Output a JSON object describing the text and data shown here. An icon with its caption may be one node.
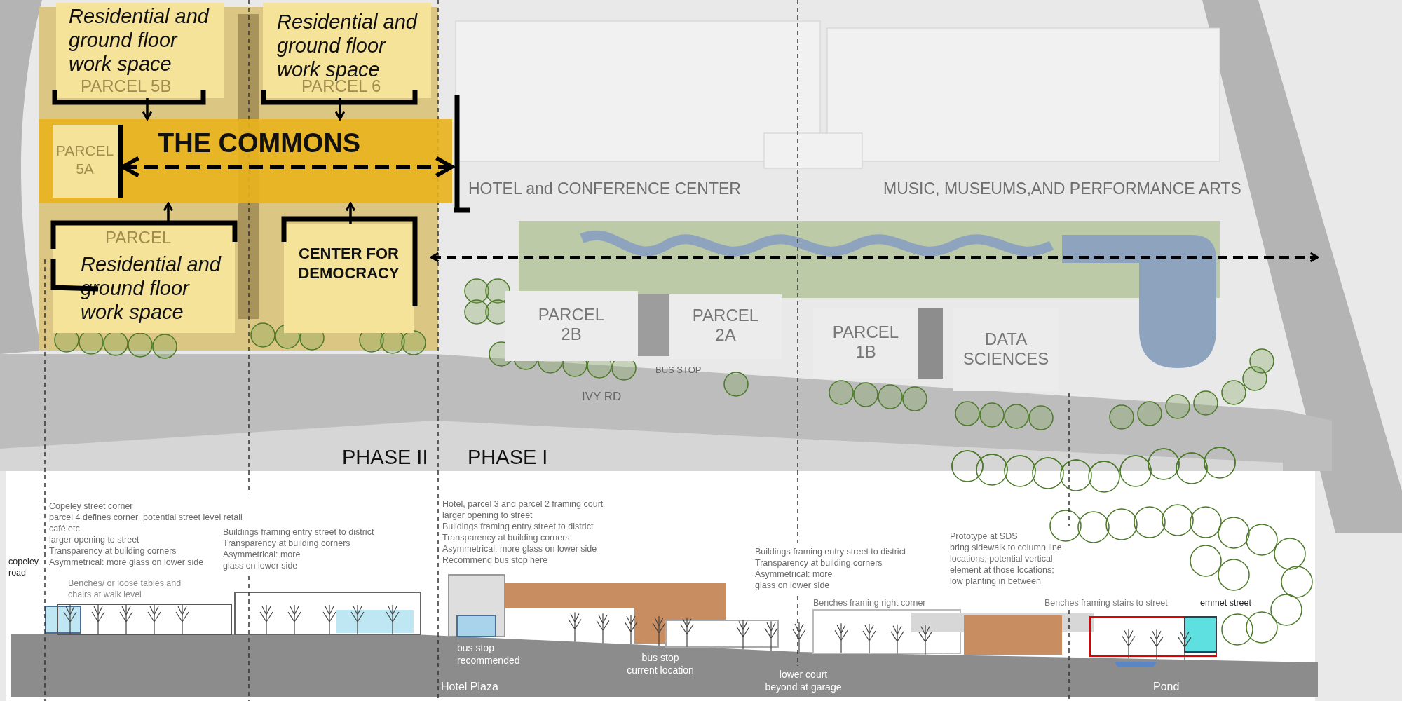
{
  "diagram": {
    "nodes": [
      {
        "text": [
          "THE COMMONS"
        ]
      },
      {
        "text": [
          "Residential and ground floor work space",
          "PARCEL 5B"
        ]
      },
      {
        "text": [
          "Residential and ground floor work space",
          "PARCEL 6"
        ]
      },
      {
        "text": [
          "PARCEL 5A"
        ],
        "in": 0
      },
      {
        "text": [
          "PARCEL",
          "Residential and ground floor work space"
        ]
      },
      {
        "text": [
          "CENTER FOR DEMOCRACY"
        ]
      },
      {
        "text": [
          "PARCEL 2B"
        ]
      },
      {
        "text": [
          "PARCEL 2A"
        ]
      },
      {
        "text": [
          "PARCEL 1B"
        ]
      },
      {
        "text": [
          "DATA SCIENCES"
        ]
      }
    ],
    "edges": [
      {
        "from": 1,
        "to": 0,
        "arrow": "to"
      },
      {
        "from": 2,
        "to": 0,
        "arrow": "to"
      },
      {
        "from": 4,
        "to": 0,
        "arrow": "to"
      },
      {
        "from": 5,
        "to": 0,
        "arrow": "to"
      },
      {
        "from": 3,
        "to": 0,
        "arrow": "both",
        "style": "dashed"
      }
    ],
    "labels": [
      "HOTEL and CONFERENCE CENTER",
      "MUSIC, MUSEUMS,AND PERFORMANCE ARTS",
      "BUS STOP",
      "IVY RD",
      "PHASE II",
      "PHASE I",
      "Copeley street corner",
      "parcel 4 defines corner  potential street level retail",
      "café etc",
      "larger opening to street",
      "Transparency at building corners",
      "Asymmetrical: more glass on lower side",
      "copeley road",
      "Buildings framing entry street to district",
      "Transparency at building corners",
      "Asymmetrical: more glass on lower side",
      "Hotel, parcel 3 and parcel 2 framing court",
      "larger opening to street",
      "Buildings framing entry street to district",
      "Transparency at building corners",
      "Asymmetrical: more glass on lower side",
      "Recommend bus stop here",
      "Buildings framing entry street to district",
      "Transparency at building corners",
      "Asymmetrical: more glass on lower side",
      "Prototype at SDS",
      "bring sidewalk to column line locations; potential vertical element at those locations; low planting in between",
      "Benches/ or loose tables and chairs at walk level",
      "Benches framing right corner",
      "Benches framing stairs to street",
      "emmet street",
      "bus stop recommended",
      "Hotel Plaza",
      "bus stop current location",
      "lower court beyond at garage",
      "Pond"
    ]
  }
}
